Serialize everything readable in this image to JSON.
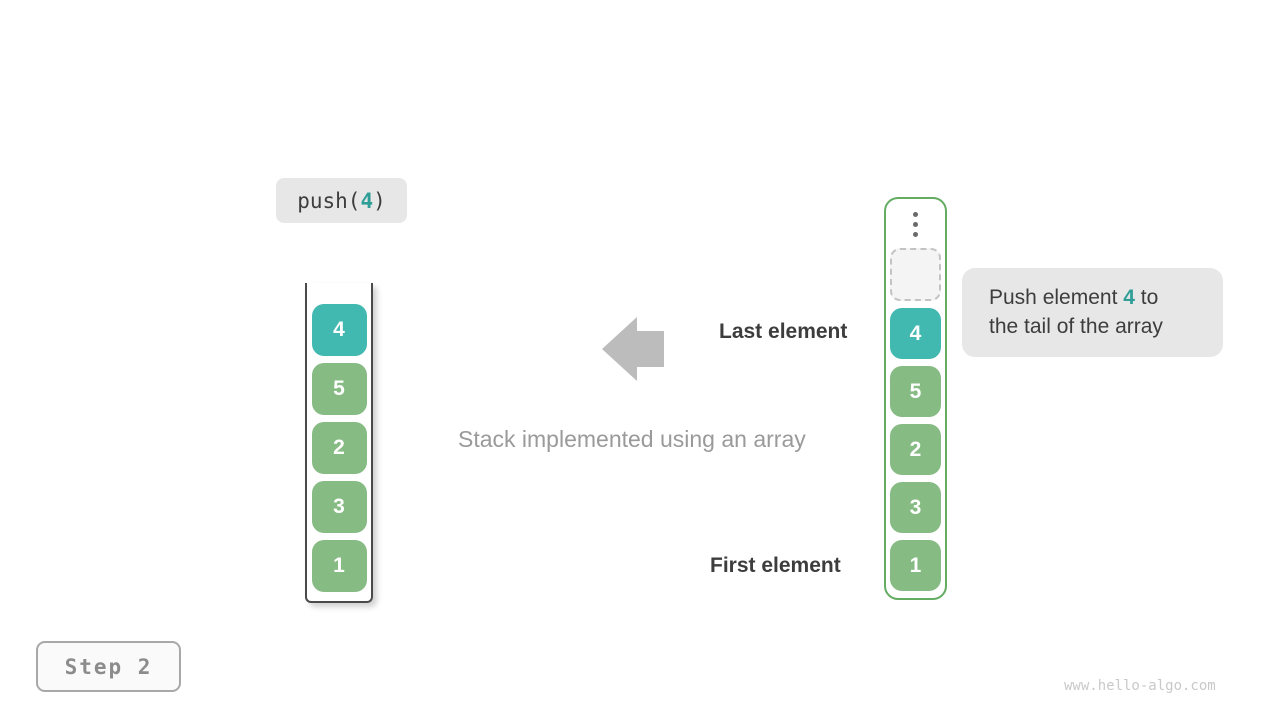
{
  "operation": {
    "prefix": "push(",
    "value": "4",
    "suffix": ")"
  },
  "caption": "Stack implemented using an array",
  "labels": {
    "last_element": "Last element",
    "first_element": "First element"
  },
  "annotation": {
    "line1_pre": "Push element ",
    "value": "4",
    "line1_post": " to",
    "line2": "the tail of the array"
  },
  "stacks": {
    "left": {
      "items": [
        "4",
        "5",
        "2",
        "3",
        "1"
      ],
      "top_highlighted_value": "4"
    },
    "right": {
      "items": [
        "4",
        "5",
        "2",
        "3",
        "1"
      ],
      "top_highlighted_value": "4",
      "has_empty_slot": true
    }
  },
  "icons": {
    "arrow": "arrow-left",
    "ellipsis": "ellipsis-vertical"
  },
  "step": {
    "label": "Step 2"
  },
  "watermark": "www.hello-algo.com",
  "colors": {
    "teal": "#41b8b0",
    "teal_text": "#2f9e97",
    "green": "#87bb84",
    "container_green": "#63ac62",
    "container_dark": "#4a4a4a",
    "arrow_gray": "#bcbcbc",
    "chip_bg": "#e7e7e7",
    "dark_text": "#3d3d3d",
    "muted_text": "#9a9a9a",
    "step_text": "#8c8c8c",
    "watermark_text": "#c9c9c9",
    "slot_border": "#c3c3c3",
    "slot_bg": "#f4f4f4",
    "dot_gray": "#6a6a6a"
  }
}
